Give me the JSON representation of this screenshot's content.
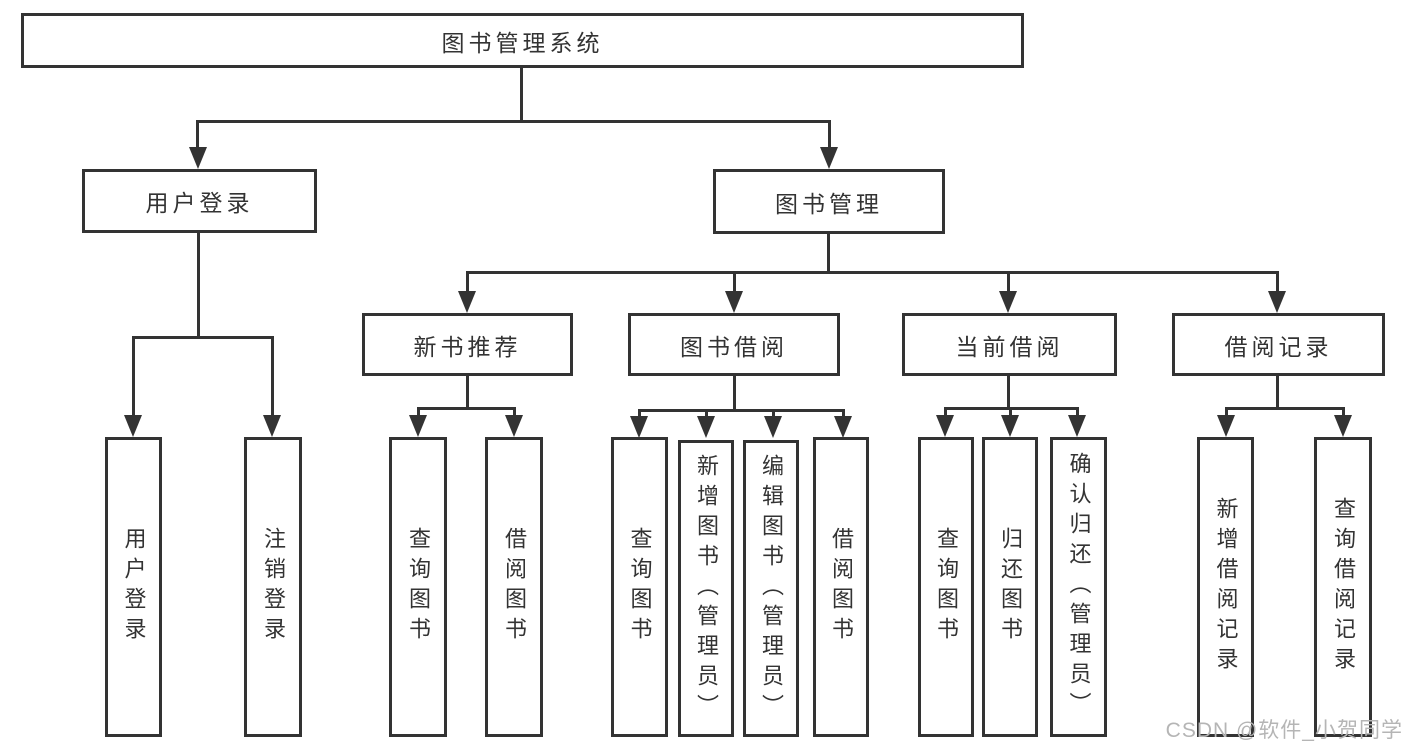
{
  "diagram": {
    "root": {
      "label": "图书管理系统"
    },
    "user_login": {
      "label": "用户登录",
      "children": [
        {
          "label": "用户登录"
        },
        {
          "label": "注销登录"
        }
      ]
    },
    "book_management": {
      "label": "图书管理",
      "groups": [
        {
          "label": "新书推荐",
          "children": [
            {
              "label": "查询图书"
            },
            {
              "label": "借阅图书"
            }
          ]
        },
        {
          "label": "图书借阅",
          "children": [
            {
              "label": "查询图书"
            },
            {
              "label": "新增图书（管理员）"
            },
            {
              "label": "编辑图书（管理员）"
            },
            {
              "label": "借阅图书"
            }
          ]
        },
        {
          "label": "当前借阅",
          "children": [
            {
              "label": "查询图书"
            },
            {
              "label": "归还图书"
            },
            {
              "label": "确认归还（管理员）"
            }
          ]
        },
        {
          "label": "借阅记录",
          "children": [
            {
              "label": "新增借阅记录"
            },
            {
              "label": "查询借阅记录"
            }
          ]
        }
      ]
    },
    "watermark": "CSDN @软件_小贺同学"
  }
}
